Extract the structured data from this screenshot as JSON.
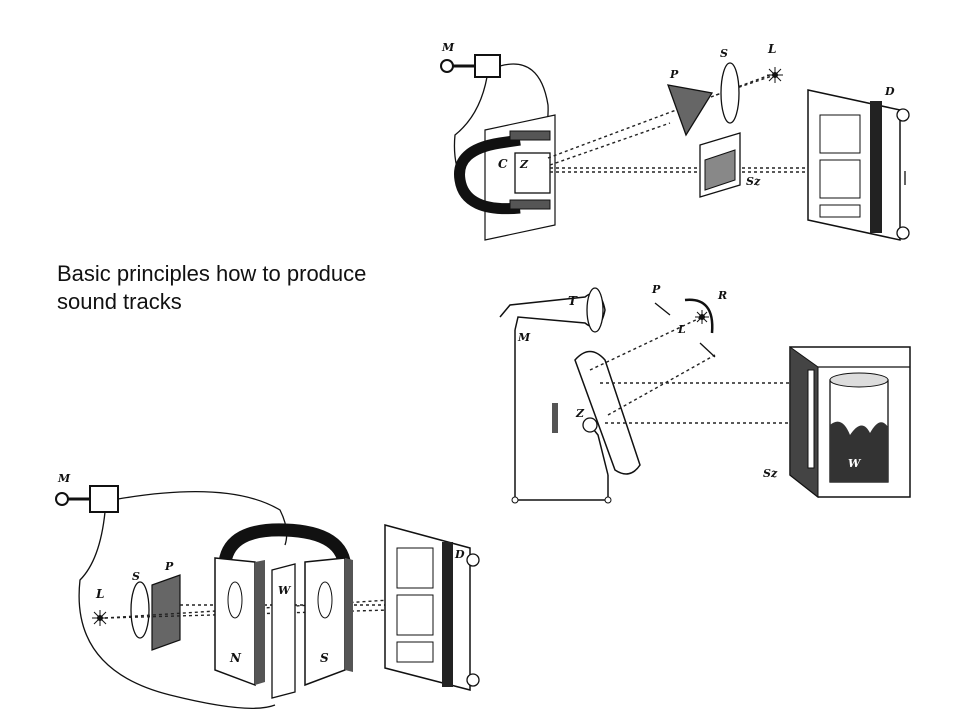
{
  "caption": {
    "line1": "Basic principles how to produce",
    "line2": "sound tracks"
  },
  "diagrams": {
    "top": {
      "labels": {
        "mic": "M",
        "lens": "S",
        "light": "L",
        "prism": "P",
        "coil": "C",
        "mirror": "Z",
        "slit": "Sz",
        "film": "D"
      }
    },
    "middle": {
      "labels": {
        "horn": "T",
        "mic": "M",
        "diaphragm": "P",
        "reflector": "R",
        "light": "L",
        "mirror": "Z",
        "slit": "Sz",
        "drum": "W"
      }
    },
    "bottom": {
      "labels": {
        "mic": "M",
        "light": "L",
        "lens": "S",
        "prism": "P",
        "wire": "W",
        "north": "N",
        "south": "S",
        "film": "D"
      }
    }
  },
  "icons": [
    "microphone-icon",
    "light-source-icon",
    "lens-icon",
    "prism-icon",
    "magnet-icon",
    "film-strip-icon",
    "horn-icon",
    "drum-icon"
  ]
}
